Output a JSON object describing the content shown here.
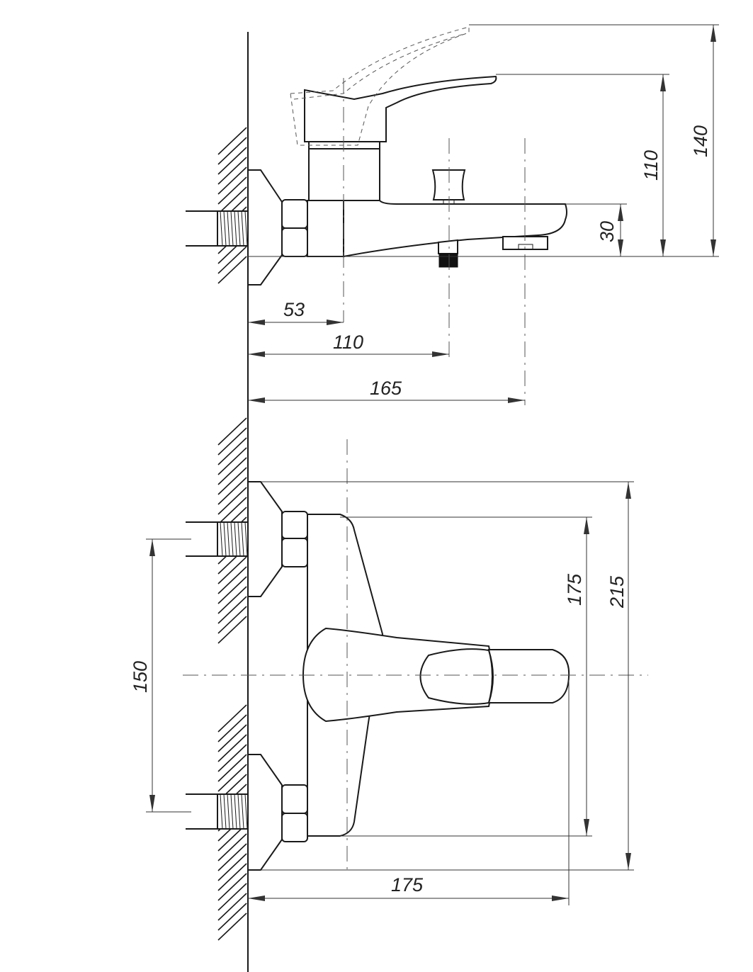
{
  "side_view": {
    "dimensions": {
      "lever_offset": "53",
      "outlet_offset": "110",
      "spout_reach": "165",
      "spout_height": "30",
      "lever_height": "110",
      "raised_lever_height": "140"
    }
  },
  "top_view": {
    "dimensions": {
      "body_length": "175",
      "total_length": "215",
      "inlet_spacing": "150",
      "lever_reach": "175"
    }
  },
  "colors": {
    "line": "#1a1a1a",
    "background": "#ffffff"
  }
}
